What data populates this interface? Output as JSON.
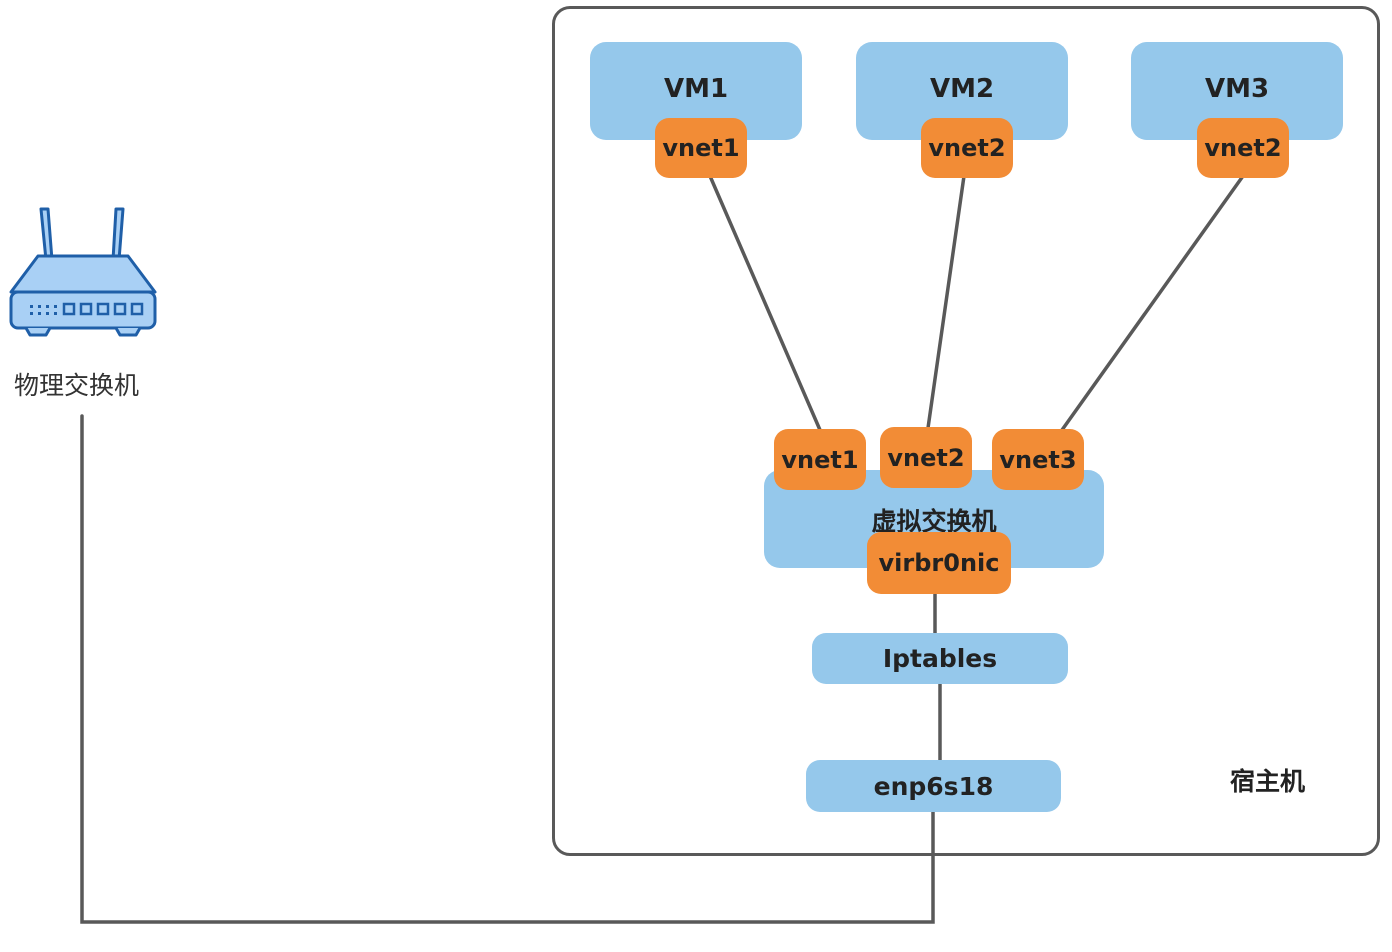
{
  "physical_switch": {
    "label": "物理交换机",
    "icon": "router-icon"
  },
  "host": {
    "label": "宿主机"
  },
  "vms": [
    {
      "label": "VM1",
      "nic": "vnet1"
    },
    {
      "label": "VM2",
      "nic": "vnet2"
    },
    {
      "label": "VM3",
      "nic": "vnet2"
    }
  ],
  "virtual_switch": {
    "label": "虚拟交换机",
    "ports": [
      "vnet1",
      "vnet2",
      "vnet3"
    ],
    "uplink": "virbr0nic"
  },
  "iptables": {
    "label": "Iptables"
  },
  "physical_nic": {
    "label": "enp6s18"
  },
  "colors": {
    "box_blue": "#95c8eb",
    "nic_orange": "#f28c36",
    "line": "#595959",
    "router_blue": "#1f5fa8",
    "router_fill": "#a9d0f5"
  }
}
